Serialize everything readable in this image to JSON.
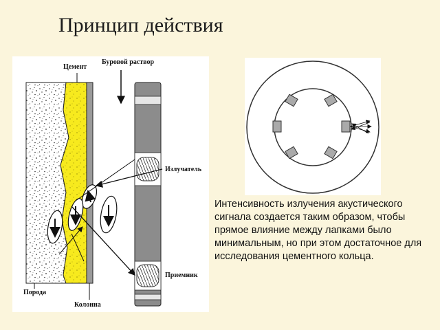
{
  "title": "Принцип действия",
  "labels": {
    "cement": "Цемент",
    "drilling_fluid": "Буровой раствор",
    "emitter": "Излучатель",
    "receiver": "Приемник",
    "rock": "Порода",
    "casing": "Колонна"
  },
  "description": "Интенсивность излучения акустического сигнала создается таким образом, чтобы прямое влияние между лапками было минимальным, но при этом достаточное для исследования цементного кольца.",
  "colors": {
    "background": "#fbf5dc",
    "cement": "#f7ea1e",
    "tool": "#8c8c8c",
    "casing": "#9a9a9a"
  }
}
